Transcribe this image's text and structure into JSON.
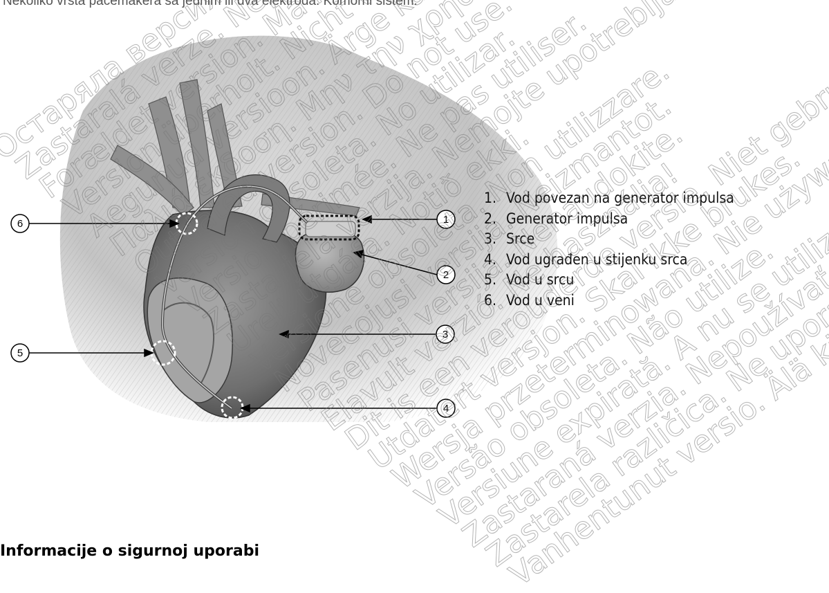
{
  "intro_text": "Nekoliko vrsta pacemakera sa jednim ili dva elektroda. Komorni sistem:",
  "figure": {
    "callouts": [
      "1",
      "2",
      "3",
      "4",
      "5",
      "6"
    ]
  },
  "legend": [
    {
      "num": "1.",
      "text": "Vod povezan na generator impulsa"
    },
    {
      "num": "2.",
      "text": "Generator impulsa"
    },
    {
      "num": "3.",
      "text": "Srce"
    },
    {
      "num": "4.",
      "text": "Vod ugrađen u stijenku srca"
    },
    {
      "num": "5.",
      "text": "Vod u srcu"
    },
    {
      "num": "6.",
      "text": "Vod u veni"
    }
  ],
  "section_heading": "Informacije o sigurnoj uporabi",
  "watermarks": [
    "Остаряла версия. Не използвайте.",
    "Zastaralá verze. Nepoužívat.",
    "Forældet version. Må ikke anvendes.",
    "Version überholt. Nicht verwenden.",
    "Aegunud versioon. Ärge kasutage.",
    "Παλιά έκδοση. Μην την χρησιμοποιείτε.",
    "Outdated version. Do not use.",
    "Versión obsoleta. No utilizar.",
    "Version périmée. Ne pas utiliser.",
    "Zastarjela verzija. Nemojte upotrebljavati.",
    "Úrelt útgáfa. Notið ekki.",
    "Versione obsoleta. Non utilizzare.",
    "Novecojusi versija. Neizmantot.",
    "Pasenusi versija. Nenaudokite.",
    "Elavult verzió. Ne használja!",
    "Dit is een verouderde versie. Niet gebruiken.",
    "Utdatert versjon. Skal ikke brukes.",
    "Wersja przeterminowana. Nie używać.",
    "Versão obsoleta. Não utilize.",
    "Versiune expirată. A nu se utiliza.",
    "Zastaraná verzia. Nepoužívať.",
    "Zastarela različica. Ne uporabite.",
    "Vanhentunut versio. Älä käytä."
  ]
}
